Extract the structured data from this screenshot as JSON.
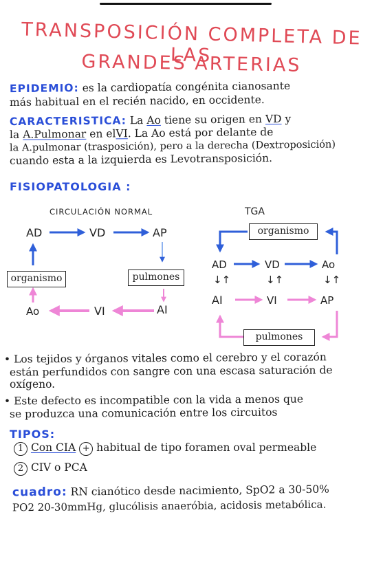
{
  "title": {
    "line1": "TRANSPOSICIÓN COMPLETA DE LAS",
    "line2": "GRANDES ARTERIAS"
  },
  "epidemio": {
    "label": "EPIDEMIO:",
    "line1": "es la cardiopatía congénita cianosante",
    "line2": "más habitual en el recién nacido, en occidente."
  },
  "caracteristica": {
    "label": "CARACTERISTICA:",
    "line1_a": "La",
    "line1_ao": "Ao",
    "line1_b": "tiene su origen en",
    "line1_vd": "VD",
    "line1_c": "y",
    "line2_a": "la",
    "line2_ap": "A.Pulmonar",
    "line2_b": "en el",
    "line2_vi": "VI",
    "line2_c": ". La Ao está por delante de",
    "line3": "la A.pulmonar (trasposición), pero a la derecha (Dextroposición)",
    "line4": "cuando esta a la izquierda es Levotransposición."
  },
  "fisiopatologia": {
    "label": "FISIOPATOLOGIA :",
    "normal": {
      "title": "CIRCULACIÓN NORMAL",
      "ad": "AD",
      "vd": "VD",
      "ap": "AP",
      "organismo": "organismo",
      "pulmones": "pulmones",
      "ao": "Ao",
      "vi": "VI",
      "ai": "AI"
    },
    "tga": {
      "title": "TGA",
      "organismo": "organismo",
      "pulmones": "pulmones",
      "ad": "AD",
      "vd": "VD",
      "ao": "Ao",
      "ai": "AI",
      "vi": "VI",
      "ap": "AP",
      "updown": "↓↑"
    }
  },
  "bullets": {
    "b1_l1": "• Los tejidos y órganos vitales como el cerebro y el corazón",
    "b1_l2": "están perfundidos con sangre con una escasa saturación de",
    "b1_l3": "oxígeno.",
    "b2_l1": "• Este defecto es incompatible con la vida a menos que",
    "b2_l2": "se produzca una comunicación entre los circuitos"
  },
  "tipos": {
    "label": "TIPOS:",
    "n1": "1",
    "i1_a": "Con CIA",
    "plus": "+",
    "i1_b": "habitual de tipo foramen oval permeable",
    "n2": "2",
    "i2": "CIV o PCA"
  },
  "cuadro": {
    "label": "cuadro:",
    "line1": "RN cianótico desde nacimiento, SpO2 a 30-50%",
    "line2": "PO2 20-30mmHg, glucólisis anaeróbia, acidosis metabólica."
  },
  "colors": {
    "title": "#e04a56",
    "blue": "#2f5fd9",
    "pink": "#ee86d6",
    "head": "#2a4ed8"
  }
}
